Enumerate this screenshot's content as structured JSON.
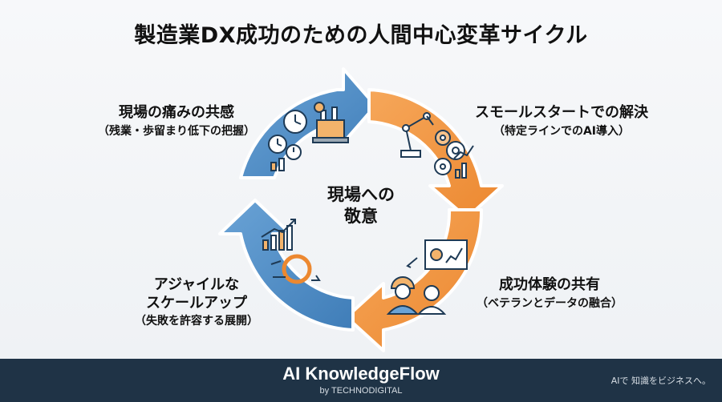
{
  "title": "製造業DX成功のための人間中心変革サイクル",
  "center": {
    "line1": "現場への",
    "line2": "敬意"
  },
  "steps": [
    {
      "main": "現場の痛みの共感",
      "sub": "（残業・歩留まり低下の把握）"
    },
    {
      "main": "スモールスタートでの解決",
      "sub": "（特定ラインでのAI導入）"
    },
    {
      "main": "成功体験の共有",
      "sub": "（ベテランとデータの融合）"
    },
    {
      "main1": "アジャイルな",
      "main2": "スケールアップ",
      "sub": "（失敗を許容する展開）"
    }
  ],
  "footer": {
    "brand": "AI KnowledgeFlow",
    "by": "by TECHNODIGITAL",
    "tagline": "AIで 知識をビジネスへ。"
  },
  "colors": {
    "blue": "#4a87bf",
    "orange": "#f0923a",
    "footer_bg": "#1f3346"
  }
}
